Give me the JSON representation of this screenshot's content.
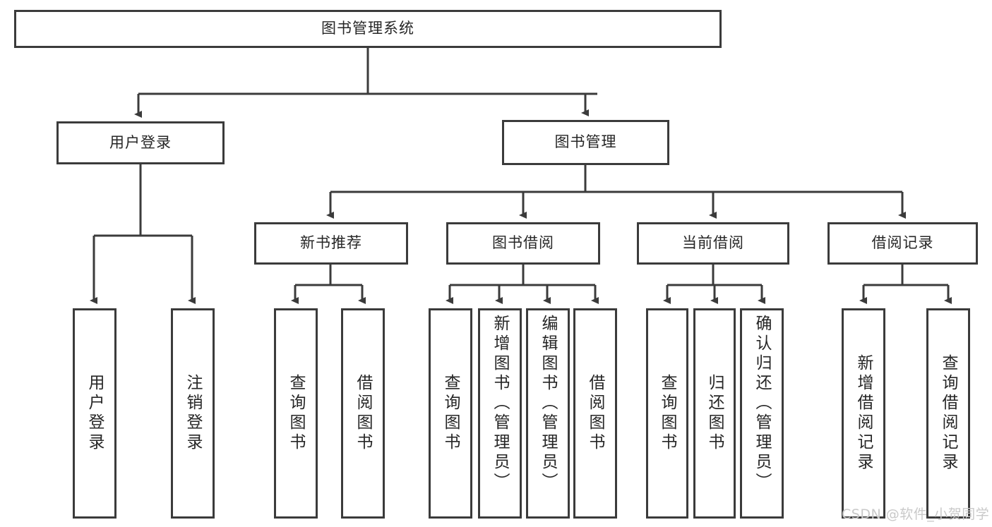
{
  "diagram": {
    "type": "tree-hierarchy",
    "title": "图书管理系统",
    "watermark": "CSDN @软件_小贺同学",
    "colors": {
      "box_border": "#3b3b3b",
      "box_fill": "#ffffff",
      "text": "#262626",
      "connector": "#3b3b3b",
      "watermark": "#c9c9c9"
    },
    "nodes": {
      "root": "图书管理系统",
      "level2": [
        "用户登录",
        "图书管理"
      ],
      "level3": [
        "新书推荐",
        "图书借阅",
        "当前借阅",
        "借阅记录"
      ],
      "leaves_user_login": [
        "用户登录",
        "注销登录"
      ],
      "leaves_new_book": [
        "查询图书",
        "借阅图书"
      ],
      "leaves_borrow": [
        "查询图书",
        "新增图书（管理员）",
        "编辑图书（管理员）",
        "借阅图书"
      ],
      "leaves_current": [
        "查询图书",
        "归还图书",
        "确认归还（管理员）"
      ],
      "leaves_record": [
        "新增借阅记录",
        "查询借阅记录"
      ]
    }
  }
}
